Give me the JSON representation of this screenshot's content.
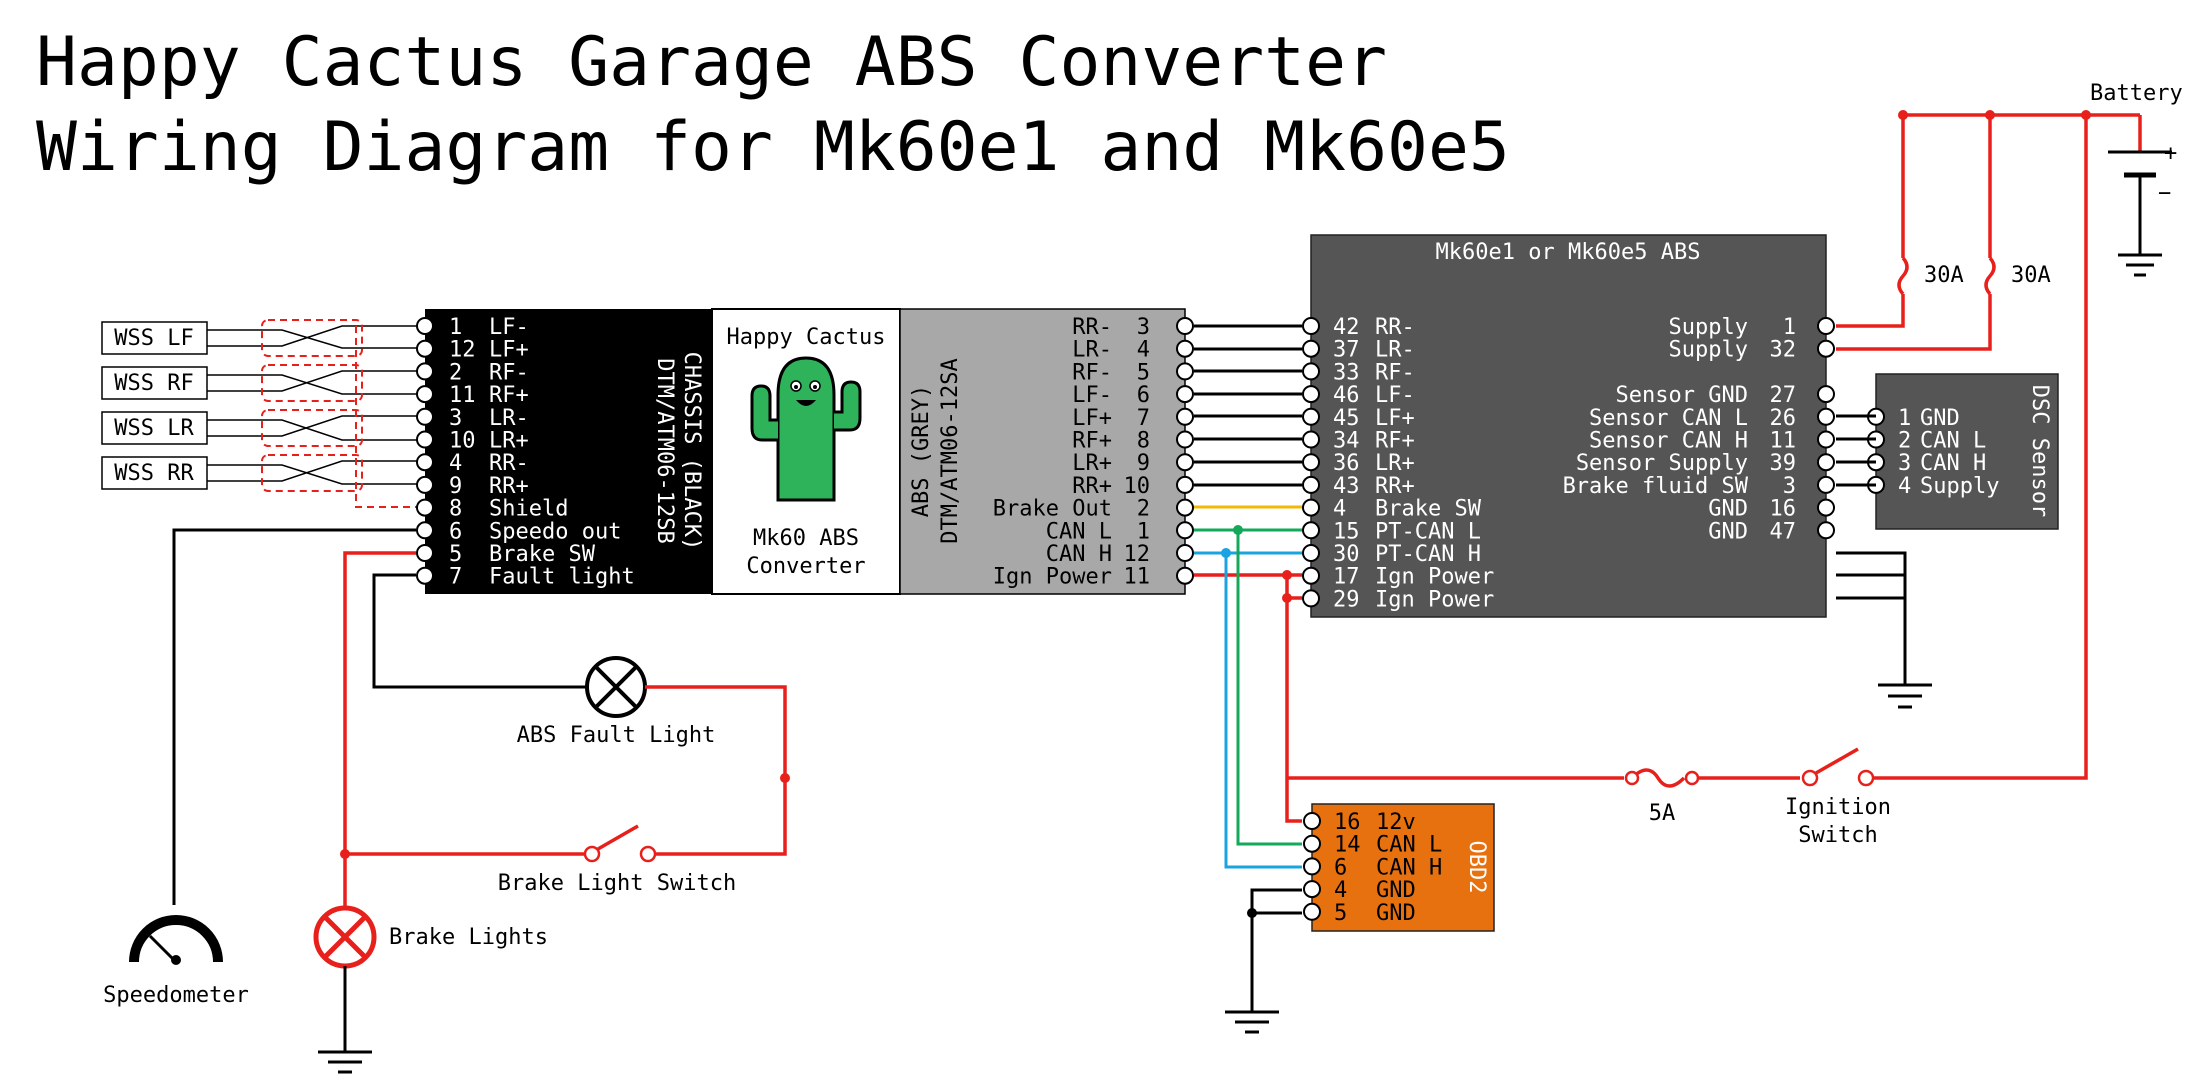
{
  "title": {
    "line1": "Happy Cactus Garage ABS Converter",
    "line2": "Wiring Diagram for Mk60e1 and Mk60e5"
  },
  "colors": {
    "power": "#e8201c",
    "ground": "#000000",
    "brake_out": "#f5b800",
    "can_l": "#14a85a",
    "can_h": "#1aa3e0",
    "chassis_connector": "#000000",
    "abs_connector": "#a8a8a8",
    "abs_module": "#555555",
    "dsc_sensor": "#555555",
    "obd2": "#e8710f"
  },
  "wheel_speed_sensors": [
    "WSS LF",
    "WSS RF",
    "WSS LR",
    "WSS RR"
  ],
  "chassis": {
    "name": "CHASSIS (BLACK)",
    "part": "DTM/ATM06-12SB",
    "pins": [
      {
        "num": "1",
        "label": "LF-"
      },
      {
        "num": "12",
        "label": "LF+"
      },
      {
        "num": "2",
        "label": "RF-"
      },
      {
        "num": "11",
        "label": "RF+"
      },
      {
        "num": "3",
        "label": "LR-"
      },
      {
        "num": "10",
        "label": "LR+"
      },
      {
        "num": "4",
        "label": "RR-"
      },
      {
        "num": "9",
        "label": "RR+"
      },
      {
        "num": "8",
        "label": "Shield"
      },
      {
        "num": "6",
        "label": "Speedo out"
      },
      {
        "num": "5",
        "label": "Brake SW"
      },
      {
        "num": "7",
        "label": "Fault light"
      }
    ]
  },
  "converter": {
    "brand": "Happy Cactus",
    "name_line1": "Mk60 ABS",
    "name_line2": "Converter"
  },
  "abs_connector": {
    "name": "ABS (GREY)",
    "part": "DTM/ATM06-12SA",
    "pins": [
      {
        "label": "RR-",
        "num": "3"
      },
      {
        "label": "LR-",
        "num": "4"
      },
      {
        "label": "RF-",
        "num": "5"
      },
      {
        "label": "LF-",
        "num": "6"
      },
      {
        "label": "LF+",
        "num": "7"
      },
      {
        "label": "RF+",
        "num": "8"
      },
      {
        "label": "LR+",
        "num": "9"
      },
      {
        "label": "RR+",
        "num": "10"
      },
      {
        "label": "Brake Out",
        "num": "2"
      },
      {
        "label": "CAN L",
        "num": "1"
      },
      {
        "label": "CAN H",
        "num": "12"
      },
      {
        "label": "Ign Power",
        "num": "11"
      }
    ]
  },
  "abs_module": {
    "title": "Mk60e1 or Mk60e5 ABS",
    "left_pins": [
      {
        "num": "42",
        "label": "RR-"
      },
      {
        "num": "37",
        "label": "LR-"
      },
      {
        "num": "33",
        "label": "RF-"
      },
      {
        "num": "46",
        "label": "LF-"
      },
      {
        "num": "45",
        "label": "LF+"
      },
      {
        "num": "34",
        "label": "RF+"
      },
      {
        "num": "36",
        "label": "LR+"
      },
      {
        "num": "43",
        "label": "RR+"
      },
      {
        "num": "4",
        "label": "Brake SW"
      },
      {
        "num": "15",
        "label": "PT-CAN L"
      },
      {
        "num": "30",
        "label": "PT-CAN H"
      },
      {
        "num": "17",
        "label": "Ign Power"
      },
      {
        "num": "29",
        "label": "Ign Power"
      }
    ],
    "right_pins": [
      {
        "label": "Supply",
        "num": "1"
      },
      {
        "label": "Supply",
        "num": "32"
      },
      {
        "label": "Sensor GND",
        "num": "27"
      },
      {
        "label": "Sensor CAN L",
        "num": "26"
      },
      {
        "label": "Sensor CAN H",
        "num": "11"
      },
      {
        "label": "Sensor Supply",
        "num": "39"
      },
      {
        "label": "Brake fluid SW",
        "num": "3"
      },
      {
        "label": "GND",
        "num": "16"
      },
      {
        "label": "GND",
        "num": "47"
      }
    ]
  },
  "dsc_sensor": {
    "name": "DSC Sensor",
    "pins": [
      {
        "num": "1",
        "label": "GND"
      },
      {
        "num": "2",
        "label": "CAN L"
      },
      {
        "num": "3",
        "label": "CAN H"
      },
      {
        "num": "4",
        "label": "Supply"
      }
    ]
  },
  "obd2": {
    "name": "OBD2",
    "pins": [
      {
        "num": "16",
        "label": "12v"
      },
      {
        "num": "14",
        "label": "CAN L"
      },
      {
        "num": "6",
        "label": "CAN H"
      },
      {
        "num": "4",
        "label": "GND"
      },
      {
        "num": "5",
        "label": "GND"
      }
    ]
  },
  "battery": {
    "label": "Battery",
    "plus": "+",
    "minus": "−"
  },
  "fuses": {
    "supply_1": "30A",
    "supply_2": "30A",
    "ignition": "5A"
  },
  "components": {
    "abs_fault_light": "ABS Fault Light",
    "brake_light_switch": "Brake Light Switch",
    "brake_lights": "Brake Lights",
    "speedometer": "Speedometer",
    "ignition_switch_line1": "Ignition",
    "ignition_switch_line2": "Switch"
  }
}
